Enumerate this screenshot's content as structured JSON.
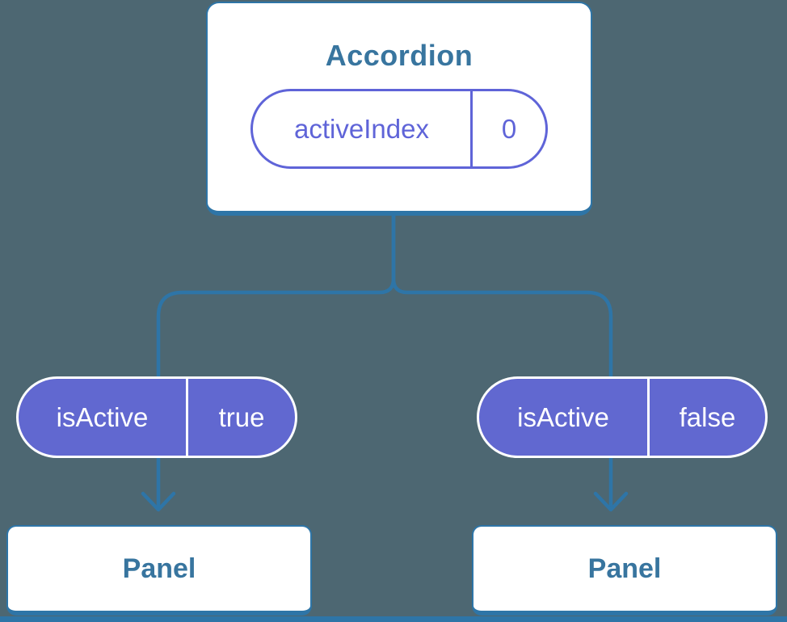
{
  "colors": {
    "background": "#4D6772",
    "connector_blue": "#2E75A7",
    "heading_blue": "#38759F",
    "pill_fill_purple": "#6168D0",
    "prop_outline_purple": "#5F64D8",
    "card_white": "#FFFFFF"
  },
  "accordion_card": {
    "title": "Accordion",
    "prop": {
      "name": "activeIndex",
      "value": "0"
    }
  },
  "panels": [
    {
      "state": {
        "name": "isActive",
        "value": "true"
      },
      "label": "Panel"
    },
    {
      "state": {
        "name": "isActive",
        "value": "false"
      },
      "label": "Panel"
    }
  ]
}
